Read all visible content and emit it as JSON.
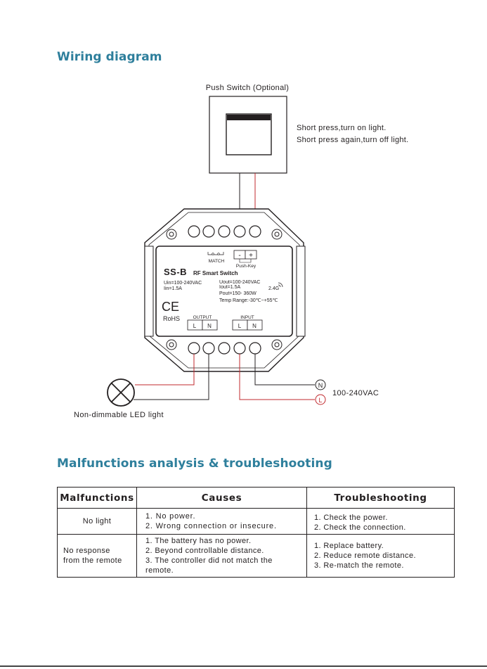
{
  "wiring": {
    "title": "Wiring diagram",
    "push_switch_label": "Push Switch (Optional)",
    "short_press_1": "Short press,turn on light.",
    "short_press_2": "Short press again,turn off light.",
    "device": {
      "model": "SS-B",
      "name": "RF Smart Switch",
      "match": "MATCH",
      "push_key": "Push-Key",
      "minus": "-",
      "plus": "+",
      "uin": "Uin=100-240VAC",
      "iin": "Iin=1.5A",
      "uout": "Uout=100-240VAC",
      "iout": "Iout=1.5A",
      "pout": "Pout=150- 360W",
      "temp": "Temp Range:-30℃~+55℃",
      "freq": "2.4G",
      "ce": "CE",
      "rohs": "RoHS",
      "output": "OUTPUT",
      "input": "INPUT",
      "l": "L",
      "n": "N"
    },
    "neutral": "N",
    "live": "L",
    "voltage": "100-240VAC",
    "led_label": "Non-dimmable LED light"
  },
  "troubleshooting": {
    "title": "Malfunctions analysis & troubleshooting",
    "headers": [
      "Malfunctions",
      "Causes",
      "Troubleshooting"
    ],
    "rows": [
      {
        "malfunction": [
          "No light"
        ],
        "causes": [
          "1. No power.",
          "2. Wrong connection or insecure."
        ],
        "fixes": [
          "1. Check the power.",
          "2. Check the connection."
        ]
      },
      {
        "malfunction": [
          "No response",
          "from the remote"
        ],
        "causes": [
          "1. The battery has no power.",
          "2. Beyond controllable distance.",
          "3. The controller did not match the remote."
        ],
        "fixes": [
          "1. Replace battery.",
          "2. Reduce remote distance.",
          "3. Re-match the remote."
        ]
      }
    ]
  },
  "colors": {
    "accent": "#2e7f9c",
    "live_wire": "#c0282d",
    "ink": "#231f20"
  }
}
